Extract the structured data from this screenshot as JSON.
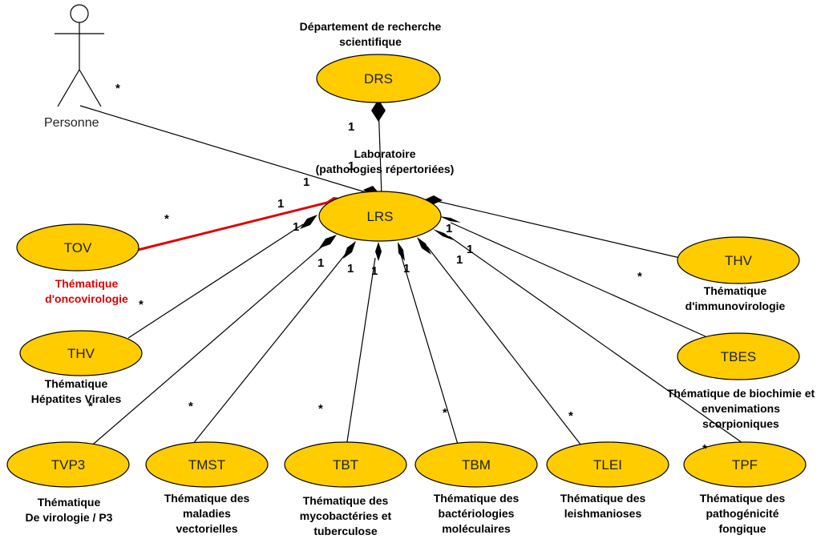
{
  "actor": {
    "label": "Personne",
    "icon": "stick-figure-icon"
  },
  "drs": {
    "label": "DRS",
    "caption": [
      "Département de recherche",
      "scientifique"
    ],
    "multiplicity": "1"
  },
  "lrs": {
    "label": "LRS",
    "caption": [
      "Laboratoire",
      "(pathologies répertoriées)"
    ],
    "mult_to_drs": "1"
  },
  "colors": {
    "node_fill": "#FFCC00",
    "highlight": "#DD0000",
    "line": "#000000"
  },
  "associations": {
    "personne": {
      "near_lrs": "1",
      "near_actor": "*"
    },
    "tov": {
      "near_lrs": "1",
      "near_node": "*"
    },
    "thv_hep": {
      "near_lrs": "1",
      "near_node": "*"
    },
    "tvp3": {
      "near_lrs": "1",
      "near_node": "*"
    },
    "tmst": {
      "near_lrs": "1",
      "near_node": "*"
    },
    "tbt": {
      "near_lrs": "1",
      "near_node": "*"
    },
    "tbm": {
      "near_lrs": "1",
      "near_node": "*"
    },
    "tlei": {
      "near_lrs": "1",
      "near_node": "*"
    },
    "tpf": {
      "near_lrs": "1",
      "near_node": "*"
    },
    "tbes": {
      "near_lrs": "1",
      "near_node": "*"
    },
    "thv_imm": {
      "near_lrs": "1",
      "near_node": "*"
    }
  },
  "nodes": {
    "tov": {
      "label": "TOV",
      "caption": [
        "Thématique",
        "d'oncovirologie"
      ]
    },
    "thv_hep": {
      "label": "THV",
      "caption": [
        "Thématique",
        "Hépatites Virales"
      ]
    },
    "tvp3": {
      "label": "TVP3",
      "caption": [
        "Thématique",
        "De virologie / P3"
      ]
    },
    "tmst": {
      "label": "TMST",
      "caption": [
        "Thématique des",
        "maladies",
        "vectorielles"
      ]
    },
    "tbt": {
      "label": "TBT",
      "caption": [
        "Thématique des",
        "mycobactéries et",
        "tuberculose"
      ]
    },
    "tbm": {
      "label": "TBM",
      "caption": [
        "Thématique des",
        "bactériologies",
        "moléculaires"
      ]
    },
    "tlei": {
      "label": "TLEI",
      "caption": [
        "Thématique des",
        "leishmanioses"
      ]
    },
    "tpf": {
      "label": "TPF",
      "caption": [
        "Thématique des",
        "pathogénicité",
        "fongique"
      ]
    },
    "thv_imm": {
      "label": "THV",
      "caption": [
        "Thématique",
        "d'immunovirologie"
      ]
    },
    "tbes": {
      "label": "TBES",
      "caption": [
        "Thématique de biochimie et",
        "envenimations",
        "scorpioniques"
      ]
    }
  }
}
